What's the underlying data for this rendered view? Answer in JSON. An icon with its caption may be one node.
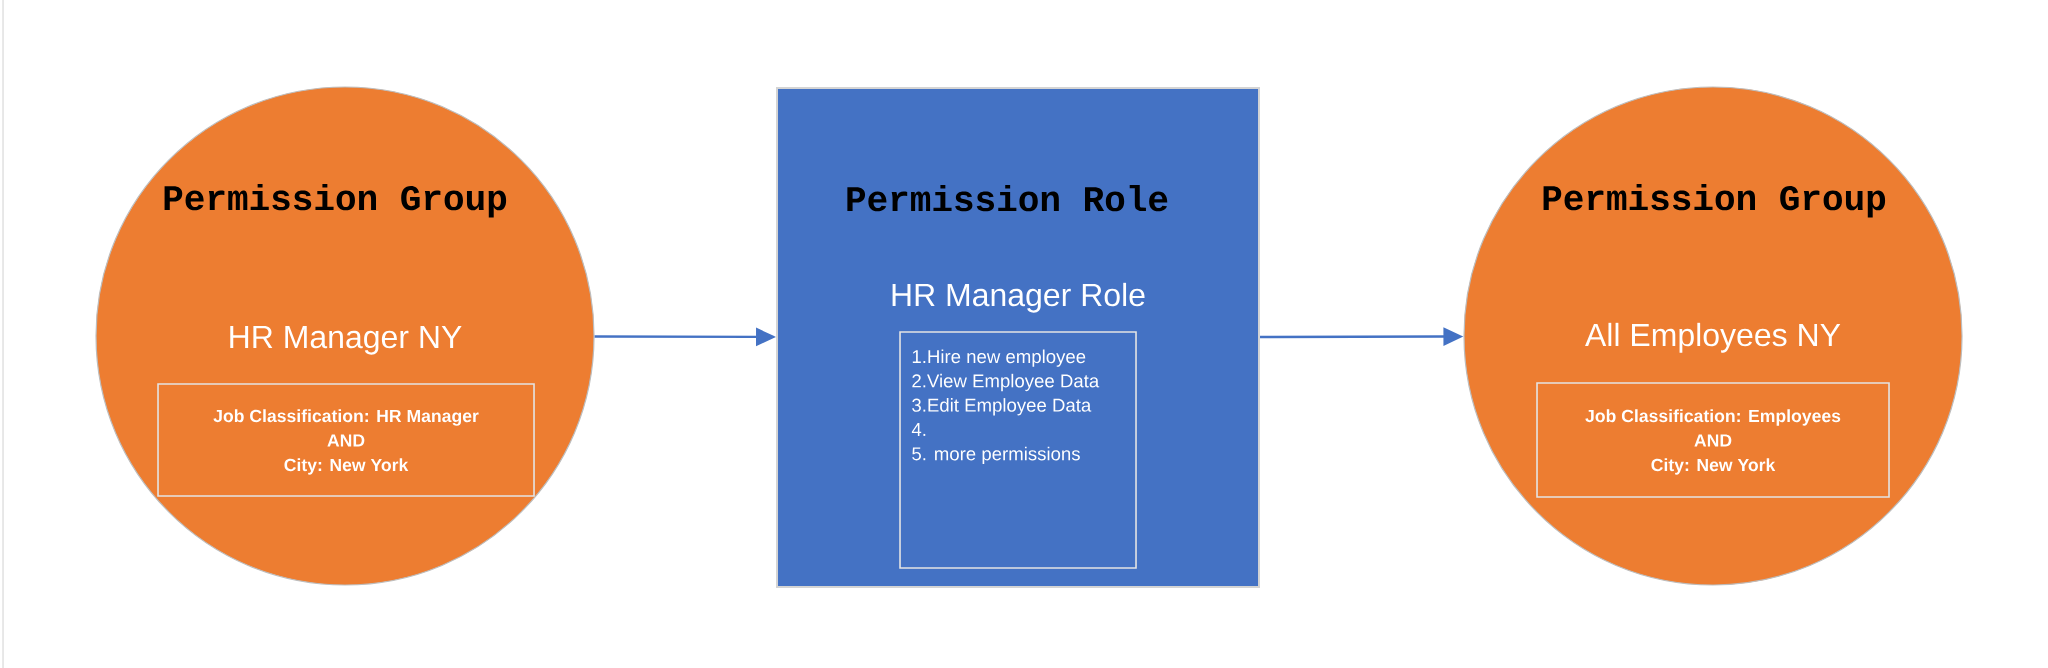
{
  "diagram": {
    "nodes": [
      {
        "text": [
          "Permission Group",
          "HR Manager NY"
        ]
      },
      {
        "text": [
          "Job Classification: HR Manager",
          "AND",
          "City: New York"
        ],
        "in": 0
      },
      {
        "text": [
          "Permission Role",
          "HR Manager Role"
        ]
      },
      {
        "text": [
          "1.Hire new employee",
          "2.View Employee Data",
          "3.Edit Employee Data",
          "4.",
          "5. more permissions"
        ],
        "in": 2
      },
      {
        "text": [
          "Permission Group",
          "All Employees NY"
        ]
      },
      {
        "text": [
          "Job Classification: Employees",
          "AND",
          "City: New York"
        ],
        "in": 4
      }
    ],
    "edges": [
      {
        "from": 0,
        "to": 2,
        "arrow": "to"
      },
      {
        "from": 2,
        "to": 4,
        "arrow": "to"
      }
    ]
  }
}
